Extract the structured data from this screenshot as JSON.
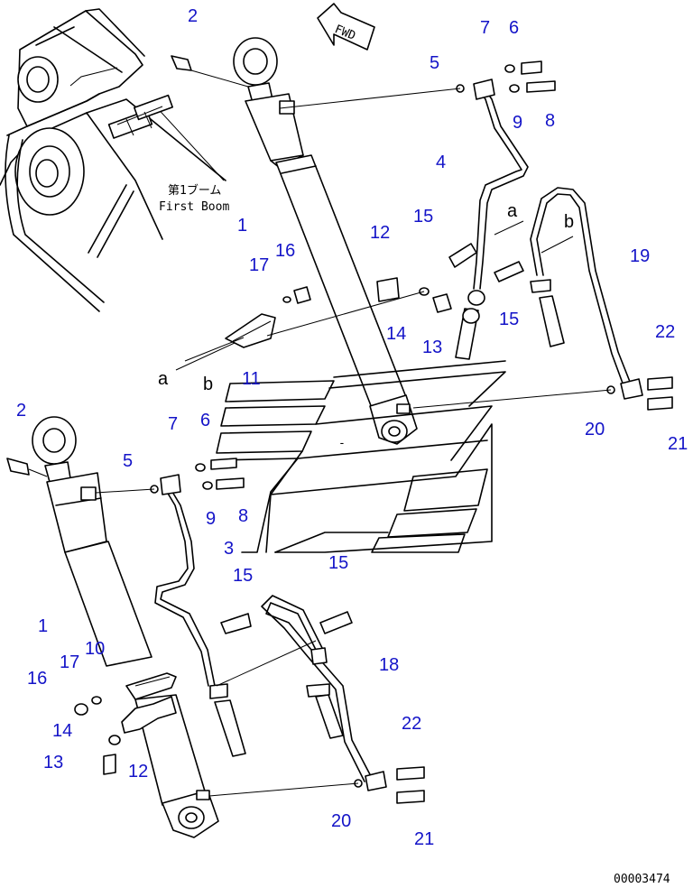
{
  "fwd_label": "FWD",
  "boom_caption_jp": "第1ブーム",
  "boom_caption_en": "First Boom",
  "view_letters": {
    "a_upper": "a",
    "b_upper": "b",
    "a_lower": "a",
    "b_lower": "b"
  },
  "drawing_number": "00003474",
  "callouts": [
    "2",
    "7",
    "6",
    "5",
    "9",
    "8",
    "4",
    "1",
    "15",
    "12",
    "16",
    "17",
    "19",
    "22",
    "15",
    "14",
    "13",
    "11",
    "20",
    "21",
    "2",
    "7",
    "6",
    "5",
    "9",
    "8",
    "3",
    "15",
    "15",
    "1",
    "10",
    "17",
    "18",
    "16",
    "14",
    "22",
    "13",
    "12",
    "20",
    "21"
  ]
}
